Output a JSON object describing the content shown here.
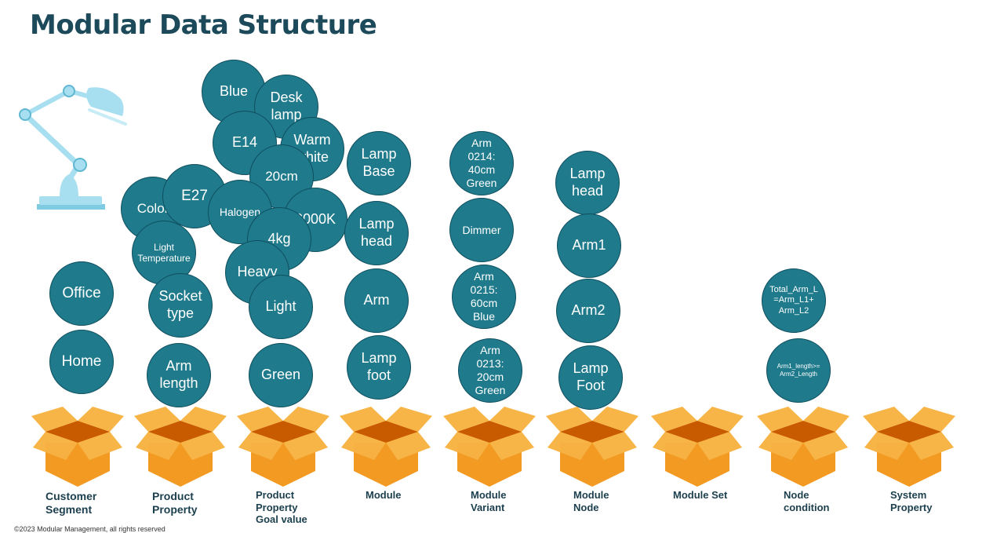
{
  "title": "Modular Data Structure",
  "copyright": "©2023 Modular Management, all rights reserved",
  "colors": {
    "bubble_fill": "#1f7a8c",
    "bubble_stroke": "#0f4f5e",
    "title": "#1c4a5a",
    "box_body": "#f39a22",
    "box_flap": "#f7b548",
    "box_interior": "#c85a00",
    "lamp": "#a8dff0"
  },
  "icons": [
    "desk-lamp-icon",
    "open-box-icon"
  ],
  "categories": [
    {
      "label": "Customer\nSegment",
      "bubbles": [
        "Office",
        "Home"
      ]
    },
    {
      "label": "Product\nProperty",
      "bubbles": [
        "Color",
        "E27",
        "Light\nTemperature",
        "Socket\ntype",
        "Arm\nlength"
      ]
    },
    {
      "label": "Product\nProperty\nGoal value",
      "bubbles": [
        "Blue",
        "Desk\nlamp",
        "E14",
        "Warm\nwhite",
        "20cm",
        "Halogen",
        "3000K",
        "4kg",
        "Heavy",
        "Light",
        "Green"
      ]
    },
    {
      "label": "Module",
      "bubbles": [
        "Lamp\nBase",
        "Lamp\nhead",
        "Arm",
        "Lamp\nfoot"
      ]
    },
    {
      "label": "Module\nVariant",
      "bubbles": [
        "Arm\n0214:\n40cm\nGreen",
        "Dimmer",
        "Arm\n0215:\n60cm\nBlue",
        "Arm\n0213:\n20cm\nGreen"
      ]
    },
    {
      "label": "Module\nNode",
      "bubbles": [
        "Lamp\nhead",
        "Arm1",
        "Arm2",
        "Lamp\nFoot"
      ]
    },
    {
      "label": "Module Set",
      "bubbles": []
    },
    {
      "label": "Node\ncondition",
      "bubbles": [
        "Total_Arm_L\n=Arm_L1+\nArm_L2",
        "Arm1_length>=\nArm2_Length"
      ]
    },
    {
      "label": "System\nProperty",
      "bubbles": []
    }
  ]
}
